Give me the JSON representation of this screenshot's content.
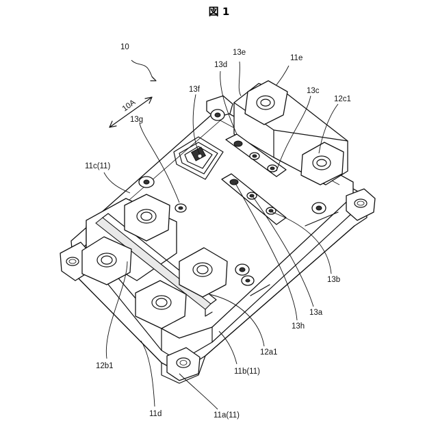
{
  "figure": {
    "title": "図 1",
    "labels": {
      "l10": "10",
      "l10A": "10A",
      "l13e": "13e",
      "l11e": "11e",
      "l13d": "13d",
      "l13c": "13c",
      "l12c1": "12c1",
      "l13f": "13f",
      "l13g": "13g",
      "l11c": "11c(11)",
      "l13b": "13b",
      "l13a": "13a",
      "l13h": "13h",
      "l12a1": "12a1",
      "l12b1": "12b1",
      "l11b": "11b(11)",
      "l11d": "11d",
      "l11a": "11a(11)"
    }
  }
}
